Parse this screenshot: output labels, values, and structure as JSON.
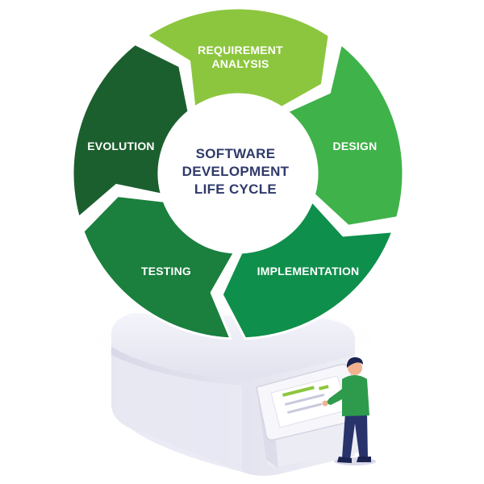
{
  "center_title": {
    "line1": "SOFTWARE",
    "line2": "DEVELOPMENT",
    "line3": "LIFE CYCLE"
  },
  "segments": [
    {
      "line1": "REQUIREMENT",
      "line2": "ANALYSIS",
      "color": "#8cc63e"
    },
    {
      "line1": "DESIGN",
      "line2": "",
      "color": "#3fb24a"
    },
    {
      "line1": "IMPLEMENTATION",
      "line2": "",
      "color": "#0f8f4c"
    },
    {
      "line1": "TESTING",
      "line2": "",
      "color": "#1b7f3e"
    },
    {
      "line1": "EVOLUTION",
      "line2": "",
      "color": "#1c5f2e"
    }
  ],
  "colors": {
    "center_text": "#2f3a6b",
    "pedestal": "#e6e6f2",
    "person_shirt": "#2e9b4c",
    "person_pants": "#27336a"
  },
  "icons": [
    "person-figure",
    "touch-screen-kiosk",
    "cylinder-pedestal"
  ]
}
